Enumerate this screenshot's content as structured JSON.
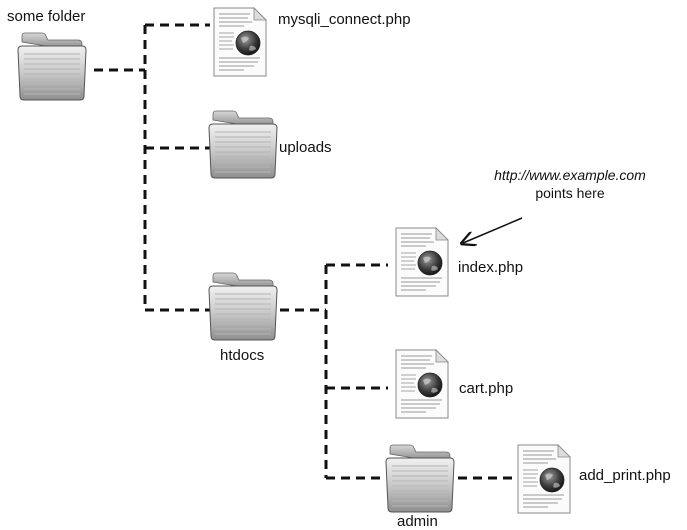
{
  "diagram": {
    "nodes": {
      "some_folder": {
        "label": "some folder",
        "icon": "folder-icon"
      },
      "mysqli_connect": {
        "label": "mysqli_connect.php",
        "icon": "php-document-icon"
      },
      "uploads": {
        "label": "uploads",
        "icon": "folder-icon"
      },
      "htdocs": {
        "label": "htdocs",
        "icon": "folder-icon"
      },
      "index": {
        "label": "index.php",
        "icon": "php-document-icon"
      },
      "cart": {
        "label": "cart.php",
        "icon": "php-document-icon"
      },
      "admin": {
        "label": "admin",
        "icon": "folder-icon"
      },
      "add_print": {
        "label": "add_print.php",
        "icon": "php-document-icon"
      }
    },
    "annotation": {
      "url": "http://www.example.com",
      "text": "points here",
      "points_to": "index.php"
    }
  }
}
